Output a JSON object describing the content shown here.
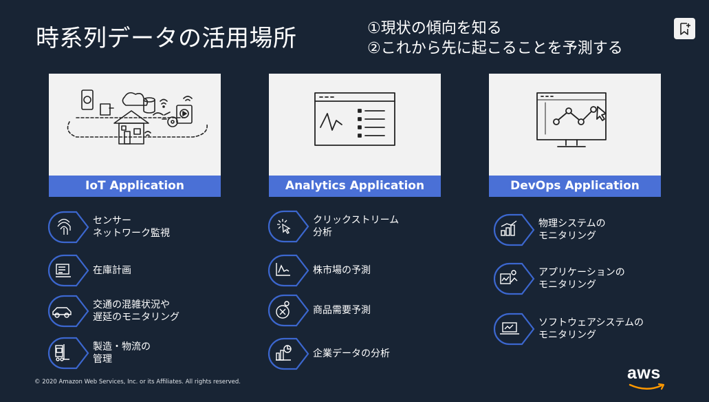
{
  "slide": {
    "title": "時系列データの活用場所",
    "subtitle_lines": [
      "①現状の傾向を知る",
      "②これから先に起こることを予測する"
    ],
    "copyright": "© 2020 Amazon Web Services, Inc. or its Affiliates. All rights reserved.",
    "logo_text": "aws"
  },
  "colors": {
    "background": "#182434",
    "accent": "#4a70d6",
    "card": "#f2f2f2",
    "icon_ring": "#3c67cf",
    "logo_smile": "#ff9900"
  },
  "columns": [
    {
      "label": "IoT Application",
      "items": [
        {
          "icon": "fingerprint-icon",
          "lines": [
            "センサー",
            "ネットワーク監視"
          ]
        },
        {
          "icon": "inventory-icon",
          "lines": [
            "在庫計画"
          ]
        },
        {
          "icon": "car-icon",
          "lines": [
            "交通の混雑状況や",
            "遅延のモニタリング"
          ]
        },
        {
          "icon": "forklift-icon",
          "lines": [
            "製造・物流の",
            "管理"
          ]
        }
      ]
    },
    {
      "label": "Analytics Application",
      "items": [
        {
          "icon": "click-icon",
          "lines": [
            "クリックストリーム",
            "分析"
          ]
        },
        {
          "icon": "stock-chart-icon",
          "lines": [
            "株市場の予測"
          ]
        },
        {
          "icon": "demand-icon",
          "lines": [
            "商品需要予測"
          ]
        },
        {
          "icon": "analytics-icon",
          "lines": [
            "企業データの分析"
          ]
        }
      ]
    },
    {
      "label": "DevOps Application",
      "items": [
        {
          "icon": "bar-chart-icon",
          "lines": [
            "物理システムの",
            "モニタリング"
          ]
        },
        {
          "icon": "app-monitor-icon",
          "lines": [
            "アプリケーションの",
            "モニタリング"
          ]
        },
        {
          "icon": "laptop-icon",
          "lines": [
            "ソフトウェアシステムの",
            "モニタリング"
          ]
        }
      ]
    }
  ]
}
